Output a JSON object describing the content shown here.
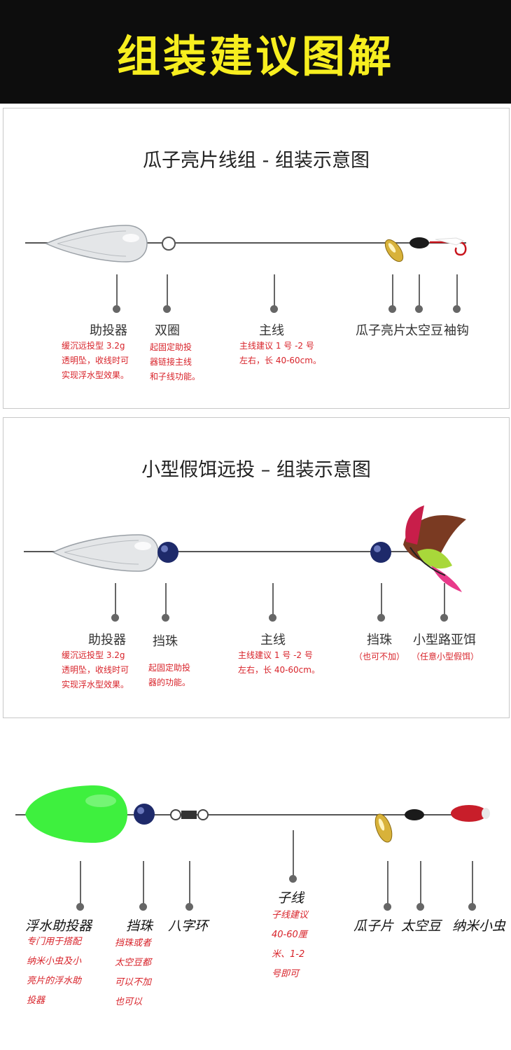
{
  "header": {
    "title": "组装建议图解",
    "bg_color": "#0d0d0d",
    "title_color": "#f7ee1f"
  },
  "panel1": {
    "title": "瓜子亮片线组 - 组装示意图",
    "labels": {
      "caster": "助投器",
      "double_ring": "双圈",
      "main_line": "主线",
      "spoon": "瓜子亮片",
      "space_bean": "太空豆",
      "hook": "袖钩"
    },
    "notes": {
      "caster": "缓沉远投型 3.2g\n透明坠，收线时可\n实现浮水型效果。",
      "double_ring": "起固定助投\n器链接主线\n和子线功能。",
      "main_line": "主线建议 1 号 -2 号\n左右，长 40-60cm。"
    }
  },
  "panel2": {
    "title": "小型假饵远投 – 组装示意图",
    "labels": {
      "caster": "助投器",
      "bead1": "挡珠",
      "main_line": "主线",
      "bead2": "挡珠",
      "lure": "小型路亚饵"
    },
    "notes": {
      "caster": "缓沉远投型 3.2g\n透明坠，收线时可\n实现浮水型效果。",
      "bead1": "起固定助投\n器的功能。",
      "main_line": "主线建议 1 号 -2 号\n左右，长 40-60cm。",
      "bead2": "（也可不加）",
      "lure": "（任意小型假饵）"
    }
  },
  "panel3": {
    "labels": {
      "float_caster": "浮水助投器",
      "bead": "挡珠",
      "swivel": "八字环",
      "sub_line": "子线",
      "spoon": "瓜子片",
      "space_bean": "太空豆",
      "nano_worm": "纳米小虫"
    },
    "notes": {
      "float_caster": "专门用于搭配\n纳米小虫及小\n亮片的浮水助\n投器",
      "bead": "挡珠或者\n太空豆都\n可以不加\n也可以",
      "sub_line": "子线建议\n40-60厘\n米、1-2\n号即可"
    }
  },
  "colors": {
    "note_red": "#d8232a",
    "caster_green": "#3ef03e",
    "spoon_gold": "#d8b23a",
    "bead_navy": "#1e2a6a"
  }
}
